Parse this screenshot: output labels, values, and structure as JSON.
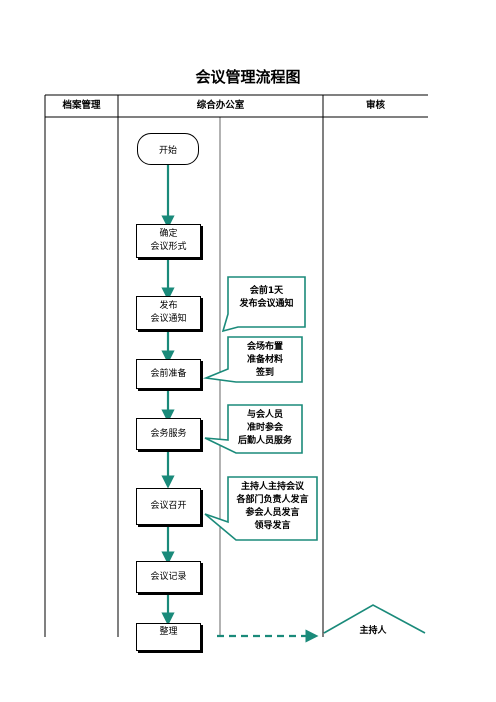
{
  "title": "会议管理流程图",
  "columns": [
    "档案管理",
    "综合办公室",
    "审核"
  ],
  "steps": {
    "start": "开始",
    "s1a": "确定",
    "s1b": "会议形式",
    "s2a": "发布",
    "s2b": "会议通知",
    "s3": "会前准备",
    "s4": "会务服务",
    "s5": "会议召开",
    "s6": "会议记录",
    "s7": "整理"
  },
  "callouts": {
    "c1": [
      "会前1天",
      "发布会议通知"
    ],
    "c2": [
      "会场布置",
      "准备材料",
      "签到"
    ],
    "c3": [
      "与会人员",
      "准时参会",
      "后勤人员服务"
    ],
    "c4": [
      "主持人主持会议",
      "各部门负责人发言",
      "参会人员发言",
      "领导发言"
    ]
  },
  "review": "主持人",
  "accent_color": "#1a8a7a"
}
